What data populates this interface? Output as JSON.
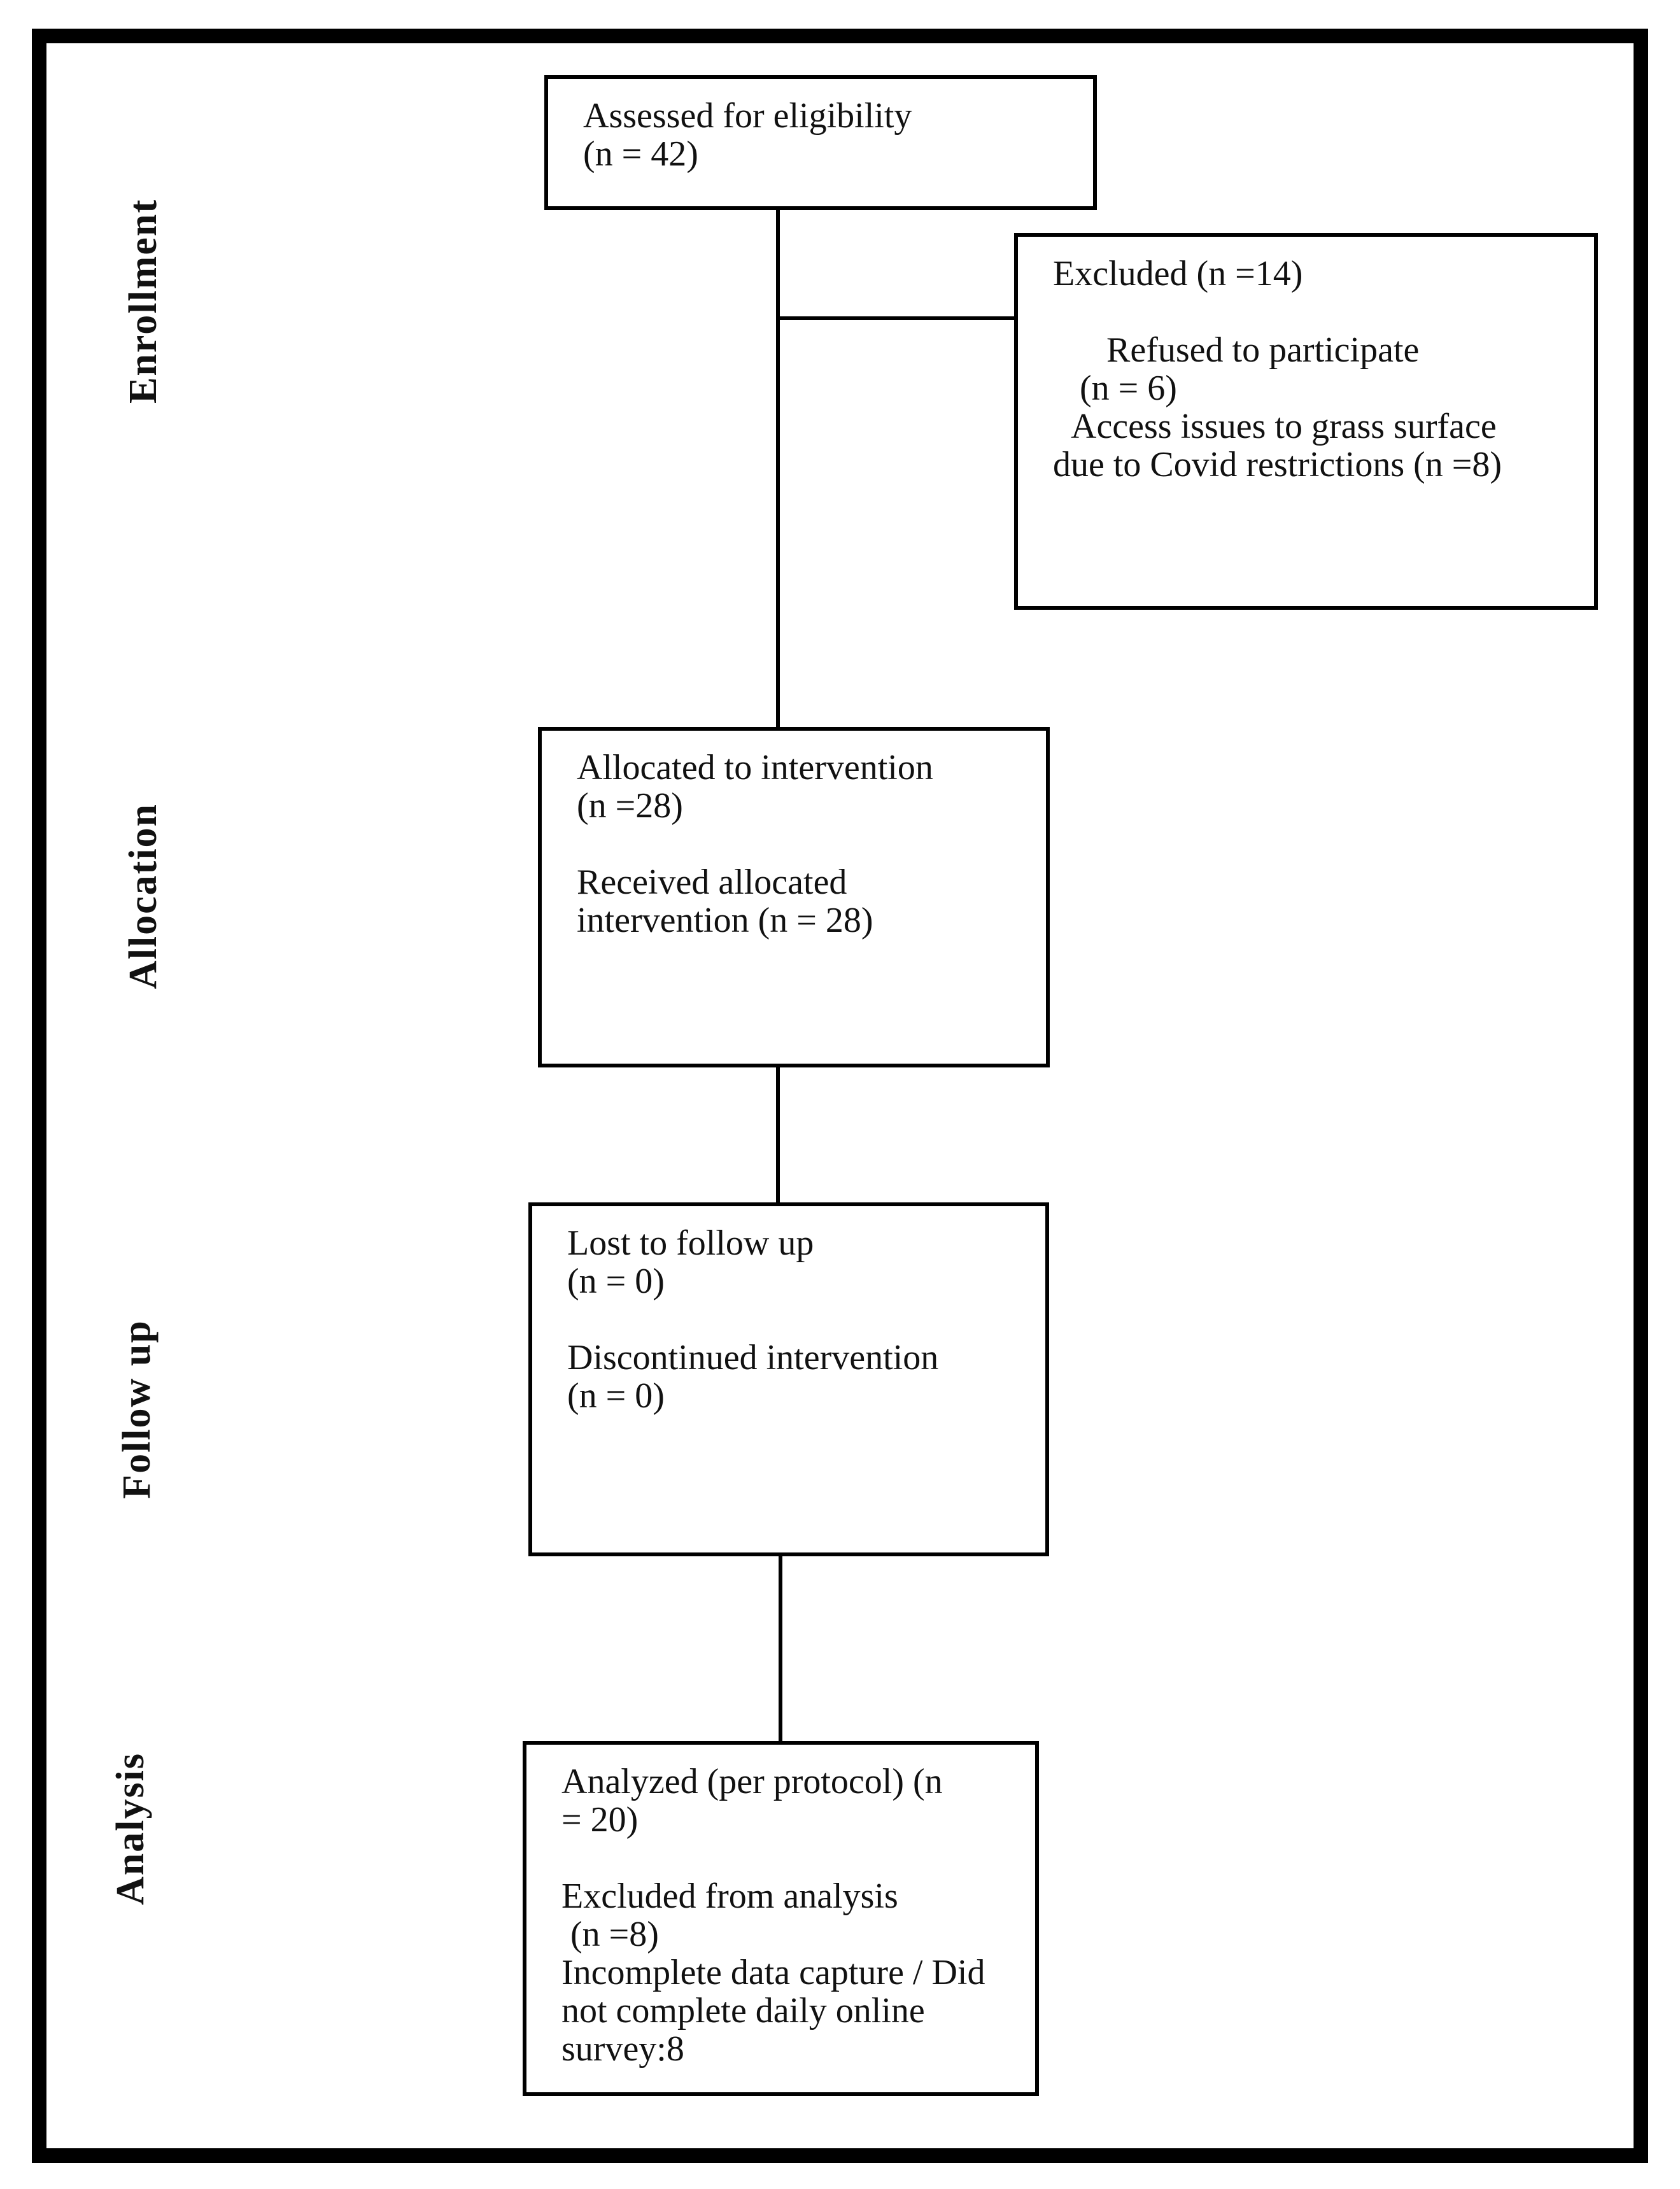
{
  "diagram": {
    "title_semantic": "participant-flow-diagram",
    "colors": {
      "frame": "#000000",
      "box_border": "#000000",
      "text": "#111111",
      "background": "#ffffff"
    },
    "stages": [
      {
        "label": "Enrollment"
      },
      {
        "label": "Allocation"
      },
      {
        "label": "Follow up"
      },
      {
        "label": "Analysis"
      }
    ],
    "boxes": {
      "assessed": {
        "text": "Assessed for eligibility\n(n = 42)"
      },
      "excluded": {
        "text": "Excluded (n =14)\n\n      Refused to participate\n   (n = 6)\n  Access issues to grass surface\ndue to Covid restrictions (n =8)"
      },
      "allocated": {
        "text": "Allocated to intervention\n(n =28)\n\nReceived allocated\nintervention (n = 28)"
      },
      "followup": {
        "text": "Lost to follow up\n(n = 0)\n\nDiscontinued intervention\n(n = 0)"
      },
      "analysis": {
        "text": "Analyzed (per protocol) (n\n= 20)\n\nExcluded from analysis\n (n =8)\nIncomplete data capture / Did\nnot complete daily online\nsurvey:8"
      }
    }
  }
}
